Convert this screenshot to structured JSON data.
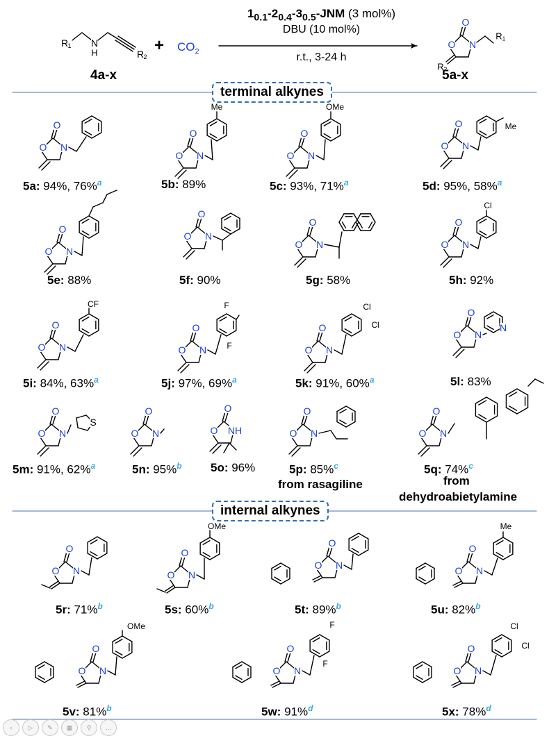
{
  "header": {
    "catalyst_html": "1<sub>0.1</sub>-2<sub>0.4</sub>-3<sub>0.5</sub>-JNM",
    "catalyst_loading": "(3 mol%)",
    "base": "DBU (10 mol%)",
    "temperature_time": "r.t., 3-24 h",
    "reactant_label": "4a-x",
    "product_label": "5a-x",
    "co2": "CO",
    "plus": "+"
  },
  "sections": {
    "terminal": "terminal alkynes",
    "internal": "internal alkynes"
  },
  "compounds": [
    {
      "id": "5a",
      "yield": "94%, 76%",
      "note": "a"
    },
    {
      "id": "5b",
      "yield": "89%",
      "note": ""
    },
    {
      "id": "5c",
      "yield": "93%, 71%",
      "note": "a"
    },
    {
      "id": "5d",
      "yield": "95%, 58%",
      "note": "a"
    },
    {
      "id": "5e",
      "yield": "88%",
      "note": ""
    },
    {
      "id": "5f",
      "yield": "90%",
      "note": ""
    },
    {
      "id": "5g",
      "yield": "58%",
      "note": ""
    },
    {
      "id": "5h",
      "yield": "92%",
      "note": ""
    },
    {
      "id": "5i",
      "yield": "84%, 63%",
      "note": "a"
    },
    {
      "id": "5j",
      "yield": "97%, 69%",
      "note": "a"
    },
    {
      "id": "5k",
      "yield": "91%, 60%",
      "note": "a"
    },
    {
      "id": "5l",
      "yield": "83%",
      "note": ""
    },
    {
      "id": "5m",
      "yield": "91%, 62%",
      "note": "a"
    },
    {
      "id": "5n",
      "yield": "95%",
      "note": "b"
    },
    {
      "id": "5o",
      "yield": "96%",
      "note": ""
    },
    {
      "id": "5p",
      "yield": "85%",
      "note": "c"
    },
    {
      "id": "5q",
      "yield": "74%",
      "note": "c"
    },
    {
      "id": "5r",
      "yield": "71%",
      "note": "b"
    },
    {
      "id": "5s",
      "yield": "60%",
      "note": "b"
    },
    {
      "id": "5t",
      "yield": "89%",
      "note": "b"
    },
    {
      "id": "5u",
      "yield": "82%",
      "note": "b"
    },
    {
      "id": "5v",
      "yield": "81%",
      "note": "b"
    },
    {
      "id": "5w",
      "yield": "91%",
      "note": "d"
    },
    {
      "id": "5x",
      "yield": "78%",
      "note": "d"
    }
  ],
  "source_notes": {
    "5p": "from rasagiline",
    "5q_line1": "from",
    "5q_line2": "dehydroabietylamine"
  },
  "atoms": {
    "O": "O",
    "N": "N",
    "H": "H",
    "Me": "Me",
    "OMe": "OMe",
    "Cl": "Cl",
    "F": "F",
    "CF3": "CF",
    "S": "S",
    "NH": "NH",
    "R1": "R",
    "R2": "R"
  },
  "colors": {
    "heteroatom": "#1a3fd9",
    "footnote": "#3aa8e0",
    "rule": "#6e8fbf",
    "section_border": "#2e6fb5"
  }
}
